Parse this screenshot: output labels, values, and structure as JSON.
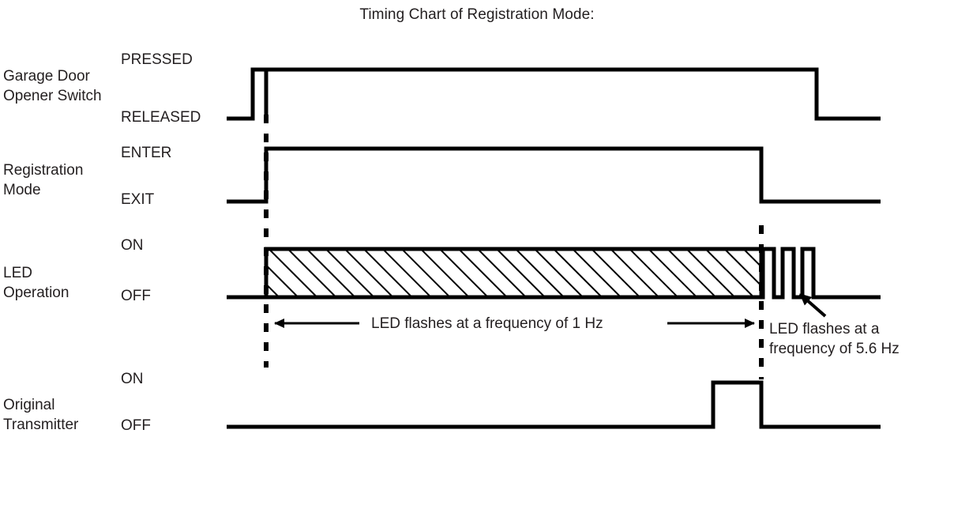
{
  "title": "Timing Chart of Registration Mode:",
  "signals": [
    {
      "name": "Garage Door\nOpener Switch",
      "high_label": "PRESSED",
      "low_label": "RELEASED"
    },
    {
      "name": "Registration\nMode",
      "high_label": "ENTER",
      "low_label": "EXIT"
    },
    {
      "name": "LED\nOperation",
      "high_label": "ON",
      "low_label": "OFF"
    },
    {
      "name": "Original\nTransmitter",
      "high_label": "ON",
      "low_label": "OFF"
    }
  ],
  "annotations": {
    "slow_flash": "LED flashes at a frequency of 1 Hz",
    "fast_flash": "LED flashes at a\nfrequency of 5.6 Hz"
  },
  "chart_data": {
    "type": "line",
    "title": "Timing Chart of Registration Mode:",
    "xlabel": "",
    "ylabel": "",
    "grid": false,
    "legend": "none",
    "xlim": [
      285,
      1115
    ],
    "markers": [
      {
        "name": "registration-enter-marker",
        "x": 337,
        "y0": 145,
        "y1": 465,
        "style": "dashed"
      },
      {
        "name": "registration-exit-marker",
        "x": 964,
        "y0": 285,
        "y1": 480,
        "style": "dashed"
      }
    ],
    "series": [
      {
        "name": "Garage Door Opener Switch",
        "levels": [
          "RELEASED",
          "PRESSED"
        ],
        "y_low": 150,
        "y_high": 88,
        "points": [
          {
            "x": 285,
            "level": "RELEASED"
          },
          {
            "x": 320,
            "level": "RELEASED"
          },
          {
            "x": 320,
            "level": "PRESSED"
          },
          {
            "x": 1034,
            "level": "PRESSED"
          },
          {
            "x": 1034,
            "level": "RELEASED"
          },
          {
            "x": 1115,
            "level": "RELEASED"
          }
        ]
      },
      {
        "name": "Registration Mode",
        "levels": [
          "EXIT",
          "ENTER"
        ],
        "y_low": 255,
        "y_high": 188,
        "points": [
          {
            "x": 285,
            "level": "EXIT"
          },
          {
            "x": 337,
            "level": "EXIT"
          },
          {
            "x": 337,
            "level": "ENTER"
          },
          {
            "x": 964,
            "level": "ENTER"
          },
          {
            "x": 964,
            "level": "EXIT"
          },
          {
            "x": 1115,
            "level": "EXIT"
          }
        ]
      },
      {
        "name": "LED Operation",
        "levels": [
          "OFF",
          "ON"
        ],
        "y_low": 376,
        "y_high": 315,
        "hatched_block": {
          "x0": 337,
          "x1": 964,
          "frequency_hz": 1
        },
        "fast_pulses": {
          "frequency_hz": 5.6,
          "count": 3,
          "x0": 966,
          "x1": 1040,
          "pulse_width": 14,
          "pulse_gap": 11
        },
        "points": [
          {
            "x": 285,
            "level": "OFF"
          },
          {
            "x": 337,
            "level": "OFF"
          },
          {
            "x": 1040,
            "level": "OFF"
          },
          {
            "x": 1115,
            "level": "OFF"
          }
        ]
      },
      {
        "name": "Original Transmitter",
        "levels": [
          "OFF",
          "ON"
        ],
        "y_low": 540,
        "y_high": 484,
        "points": [
          {
            "x": 285,
            "level": "OFF"
          },
          {
            "x": 903,
            "level": "OFF"
          },
          {
            "x": 903,
            "level": "ON"
          },
          {
            "x": 964,
            "level": "ON"
          },
          {
            "x": 964,
            "level": "OFF"
          },
          {
            "x": 1115,
            "level": "OFF"
          }
        ]
      }
    ]
  }
}
